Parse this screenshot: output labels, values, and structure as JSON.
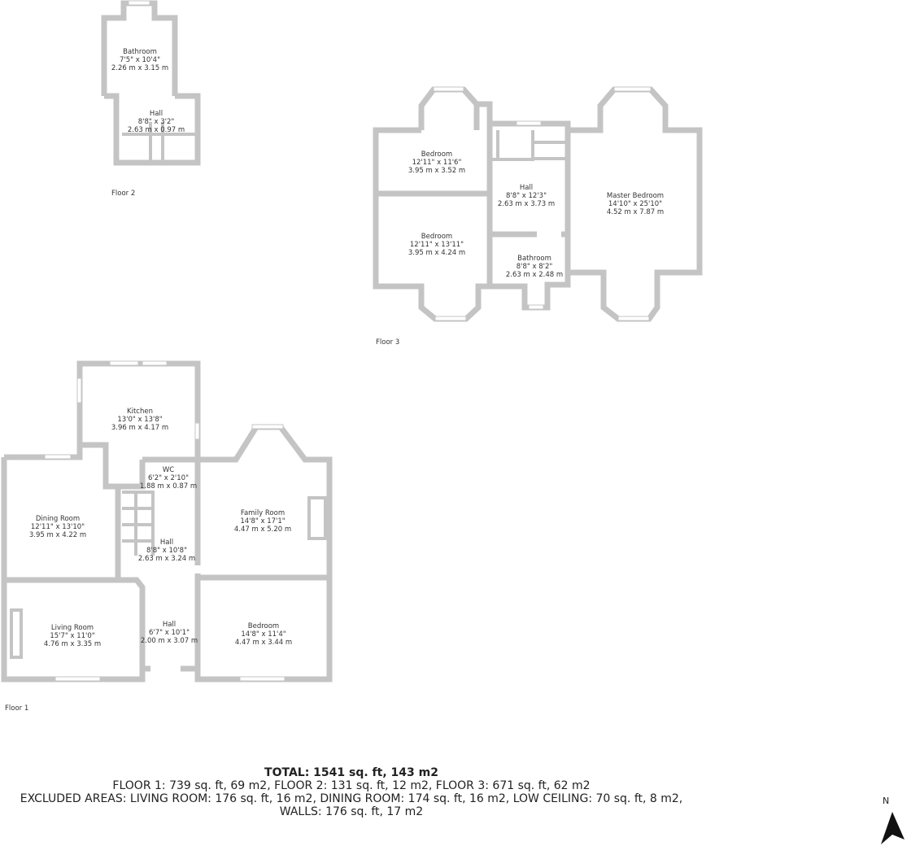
{
  "floors": [
    {
      "label": "Floor 2",
      "rooms": [
        {
          "name": "Bathroom",
          "imperial": "7'5\" x 10'4\"",
          "metric": "2.26 m x 3.15 m"
        },
        {
          "name": "Hall",
          "imperial": "8'8\" x 3'2\"",
          "metric": "2.63 m x 0.97 m"
        }
      ]
    },
    {
      "label": "Floor 3",
      "rooms": [
        {
          "name": "Bedroom",
          "imperial": "12'11\" x 11'6\"",
          "metric": "3.95 m x 3.52 m"
        },
        {
          "name": "Bedroom",
          "imperial": "12'11\" x 13'11\"",
          "metric": "3.95 m x 4.24 m"
        },
        {
          "name": "Hall",
          "imperial": "8'8\" x 12'3\"",
          "metric": "2.63 m x 3.73 m"
        },
        {
          "name": "Bathroom",
          "imperial": "8'8\" x 8'2\"",
          "metric": "2.63 m x 2.48 m"
        },
        {
          "name": "Master Bedroom",
          "imperial": "14'10\" x 25'10\"",
          "metric": "4.52 m x 7.87 m"
        }
      ]
    },
    {
      "label": "Floor 1",
      "rooms": [
        {
          "name": "Kitchen",
          "imperial": "13'0\" x 13'8\"",
          "metric": "3.96 m x 4.17 m"
        },
        {
          "name": "WC",
          "imperial": "6'2\" x 2'10\"",
          "metric": "1.88 m x 0.87 m"
        },
        {
          "name": "Dining Room",
          "imperial": "12'11\" x 13'10\"",
          "metric": "3.95 m x 4.22 m"
        },
        {
          "name": "Family Room",
          "imperial": "14'8\" x 17'1\"",
          "metric": "4.47 m x 5.20 m"
        },
        {
          "name": "Hall",
          "imperial": "8'8\" x 10'8\"",
          "metric": "2.63 m x 3.24 m"
        },
        {
          "name": "Living Room",
          "imperial": "15'7\" x 11'0\"",
          "metric": "4.76 m x 3.35 m"
        },
        {
          "name": "Hall",
          "imperial": "6'7\" x 10'1\"",
          "metric": "2.00 m x 3.07 m"
        },
        {
          "name": "Bedroom",
          "imperial": "14'8\" x 11'4\"",
          "metric": "4.47 m x 3.44 m"
        }
      ]
    }
  ],
  "summary": {
    "total": "TOTAL: 1541 sq. ft, 143 m2",
    "floors": "FLOOR 1: 739 sq. ft, 69 m2, FLOOR 2: 131 sq. ft, 12 m2, FLOOR 3: 671 sq. ft, 62 m2",
    "excluded": "EXCLUDED AREAS: LIVING ROOM: 176 sq. ft, 16 m2, DINING ROOM: 174 sq. ft, 16 m2, LOW CEILING: 70 sq. ft, 8 m2,",
    "walls": "WALLS: 176 sq. ft, 17 m2"
  },
  "compass": {
    "label": "N",
    "icon": "north-arrow-icon"
  },
  "colors": {
    "walls": "#c4c4c4",
    "text": "#333333"
  }
}
